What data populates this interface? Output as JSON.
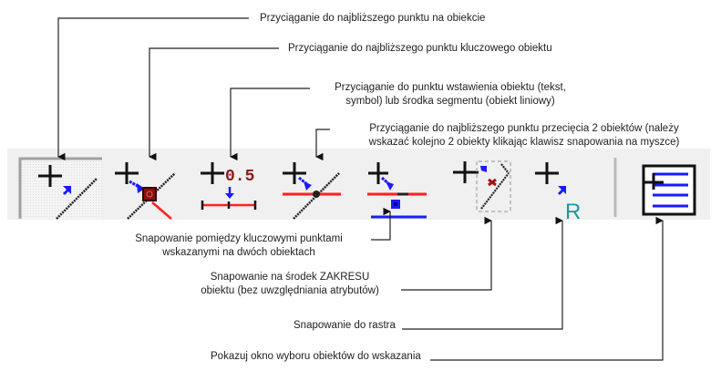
{
  "toolbar": {
    "background": "#f0f0f0",
    "buttons": [
      {
        "id": "snap-nearest-point",
        "icon": "snap-nearest-point-icon",
        "active": true
      },
      {
        "id": "snap-nearest-key-point",
        "icon": "snap-key-point-icon",
        "active": false
      },
      {
        "id": "snap-insertion-or-midpoint",
        "icon": "snap-midpoint-icon",
        "text": "0.5",
        "active": false
      },
      {
        "id": "snap-intersection",
        "icon": "snap-intersection-icon",
        "active": false
      },
      {
        "id": "snap-between-key-points",
        "icon": "snap-between-points-icon",
        "active": false
      },
      {
        "id": "snap-range-center",
        "icon": "snap-range-center-icon",
        "active": false
      },
      {
        "id": "snap-to-grid",
        "icon": "snap-grid-icon",
        "text": "R",
        "active": false
      },
      {
        "id": "show-object-picker",
        "icon": "object-picker-list-icon",
        "active": false
      }
    ]
  },
  "annotations": {
    "a1": "Przyciąganie do najbliższego punktu na obiekcie",
    "a2": "Przyciąganie do najbliższego punktu kluczowego obiektu",
    "a3_line1": "Przyciąganie do punktu wstawienia obiektu (tekst,",
    "a3_line2": "symbol) lub środka segmentu (obiekt liniowy)",
    "a4_line1": "Przyciąganie do najbliższego punktu przecięcia 2 obiektów (należy",
    "a4_line2": "wskazać kolejno 2 obiekty klikając klawisz snapowania na myszce)",
    "a5_line1": "Snapowanie pomiędzy kluczowymi punktami",
    "a5_line2": "wskazanymi na dwóch obiektach",
    "a6_line1": "Snapowanie na środek ZAKRESU",
    "a6_line2": "obiektu (bez uwzględniania atrybutów)",
    "a7": "Snapowanie do rastra",
    "a8": "Pokazuj okno wyboru obiektów do wskazania"
  },
  "colors": {
    "line": "#222222",
    "blue": "#0000ff",
    "red": "#ff2020",
    "dark_red": "#8b1a1a",
    "teal": "#1a9b9b"
  }
}
